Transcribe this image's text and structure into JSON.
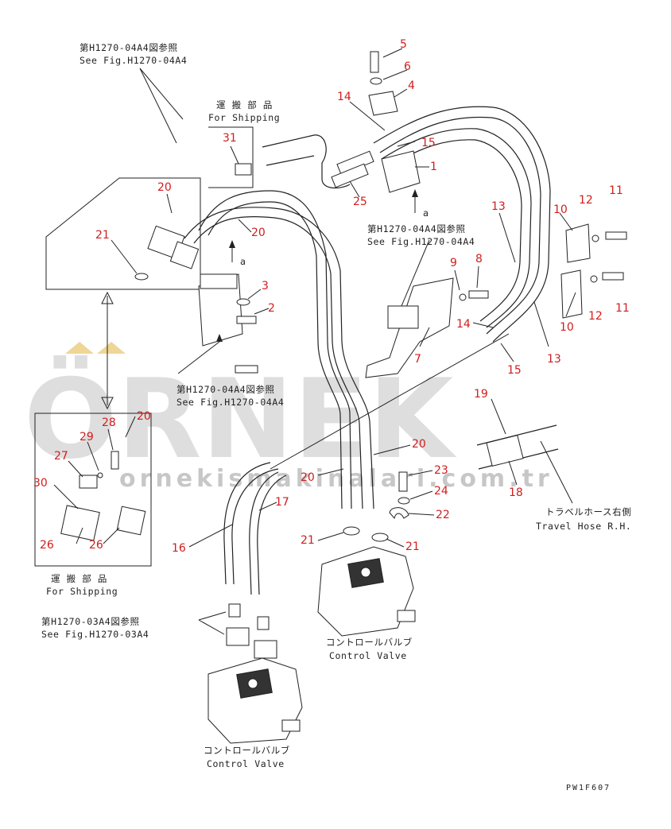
{
  "watermark": {
    "brand": "ÖRNEK",
    "url": "ornekismakinalari.com.tr",
    "accent_color": "#e8c46a"
  },
  "references": {
    "ref_top_jp": "第H1270-04A4図参照",
    "ref_top_en": "See Fig.H1270-04A4",
    "ref_mid_jp": "第H1270-04A4図参照",
    "ref_mid_en": "See Fig.H1270-04A4",
    "ref_left_jp": "第H1270-04A4図参照",
    "ref_left_en": "See Fig.H1270-04A4",
    "ref_bottom_jp": "第H1270-03A4図参照",
    "ref_bottom_en": "See Fig.H1270-03A4"
  },
  "labels": {
    "shipping_top_jp": "運 搬 部 品",
    "shipping_top_en": "For Shipping",
    "shipping_bottom_jp": "運 搬 部 品",
    "shipping_bottom_en": "For Shipping",
    "control_valve_1_jp": "コントロールバルブ",
    "control_valve_1_en": "Control Valve",
    "control_valve_2_jp": "コントロールバルブ",
    "control_valve_2_en": "Control Valve",
    "travel_hose_jp": "トラベルホース右側",
    "travel_hose_en": "Travel Hose R.H.",
    "drawing_code": "PW1F607",
    "arrow_a_1": "a",
    "arrow_a_2": "a"
  },
  "part_numbers": {
    "p1": "1",
    "p2": "2",
    "p3": "3",
    "p4": "4",
    "p5": "5",
    "p6": "6",
    "p7": "7",
    "p8": "8",
    "p9": "9",
    "p10a": "10",
    "p10b": "10",
    "p11a": "11",
    "p11b": "11",
    "p12a": "12",
    "p12b": "12",
    "p13a": "13",
    "p13b": "13",
    "p14a": "14",
    "p14b": "14",
    "p15a": "15",
    "p15b": "15",
    "p16": "16",
    "p17": "17",
    "p18": "18",
    "p19": "19",
    "p20a": "20",
    "p20b": "20",
    "p20c": "20",
    "p20d": "20",
    "p20e": "20",
    "p21a": "21",
    "p21b": "21",
    "p21c": "21",
    "p22": "22",
    "p23": "23",
    "p24": "24",
    "p25": "25",
    "p26a": "26",
    "p26b": "26",
    "p27": "27",
    "p28": "28",
    "p29": "29",
    "p30": "30",
    "p31": "31"
  }
}
